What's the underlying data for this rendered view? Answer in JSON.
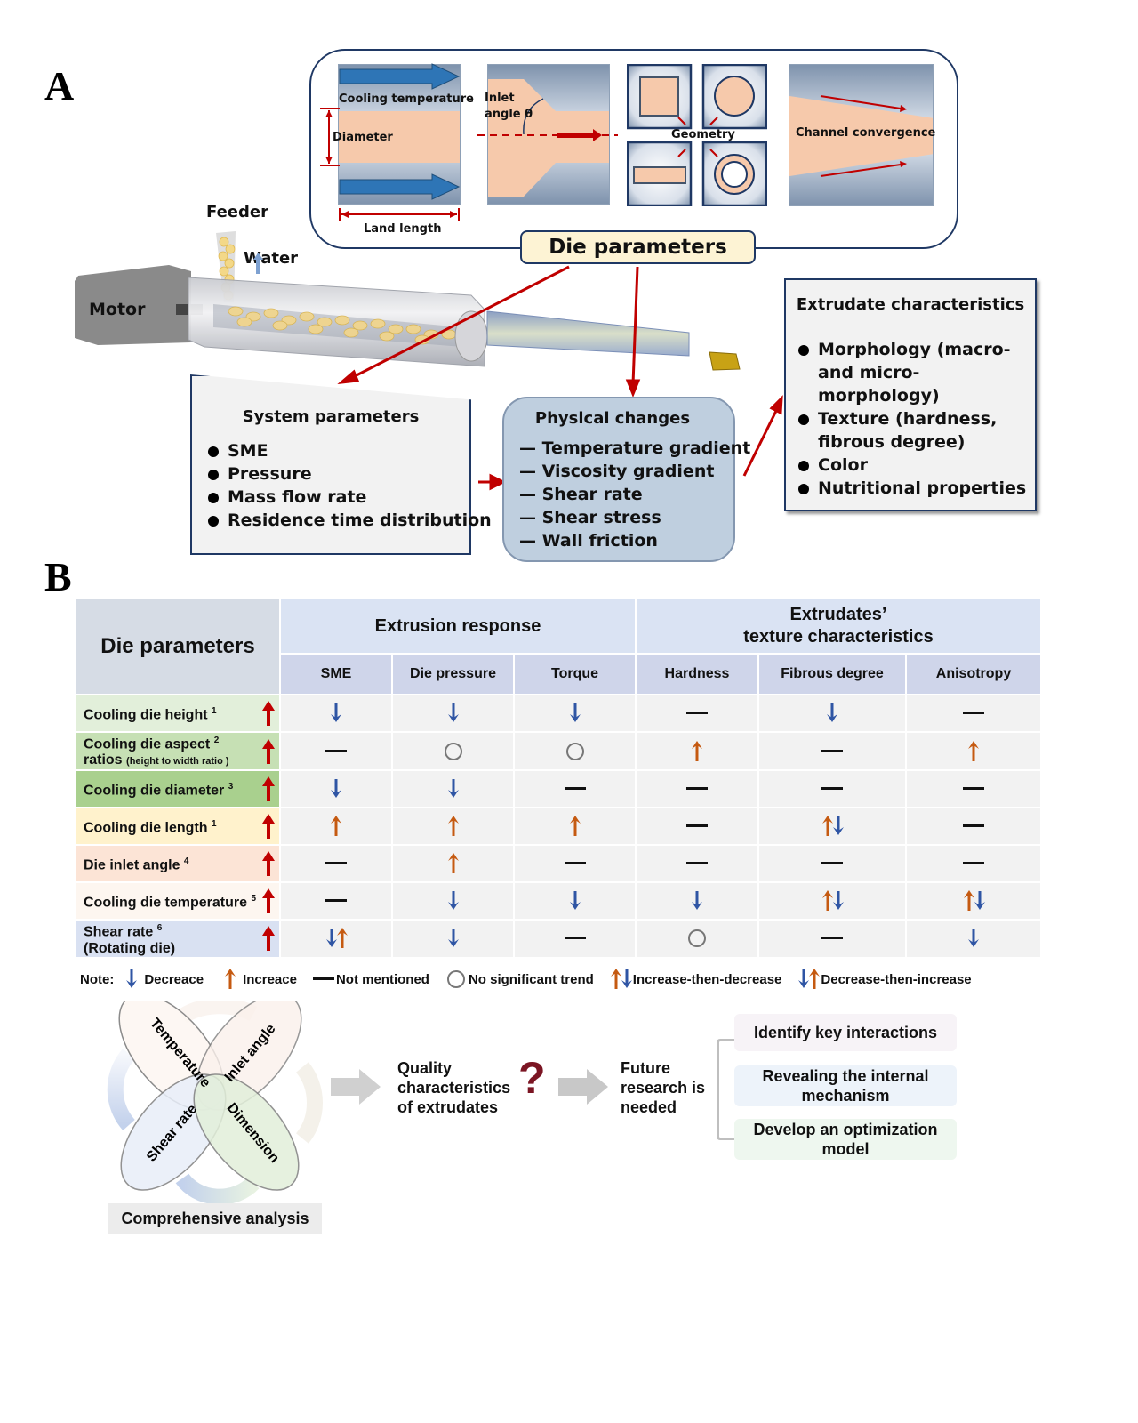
{
  "panels": {
    "a": "A",
    "b": "B"
  },
  "die_parameters_box": {
    "title": "Die parameters",
    "cooling_temperature": "Cooling temperature",
    "diameter": "Diameter",
    "land_length": "Land length",
    "inlet_angle": "Inlet\nangle θ",
    "inlet_line1": "Inlet",
    "inlet_line2": "angle θ",
    "geometry": "Geometry",
    "channel_convergence": "Channel convergence"
  },
  "extruder": {
    "feeder": "Feeder",
    "water": "Water",
    "motor": "Motor"
  },
  "system_parameters": {
    "title": "System parameters",
    "items": [
      "SME",
      "Pressure",
      "Mass flow rate",
      "Residence time distribution"
    ]
  },
  "physical_changes": {
    "title": "Physical changes",
    "items": [
      "— Temperature gradient",
      "— Viscosity gradient",
      "— Shear rate",
      "— Shear stress",
      "— Wall friction"
    ]
  },
  "extrudate_characteristics": {
    "title": "Extrudate characteristics",
    "items": [
      "Morphology (macro-and micro-morphology)",
      "Texture (hardness, fibrous degree)",
      "Color",
      "Nutritional properties"
    ]
  },
  "table": {
    "corner": "Die parameters",
    "groups": [
      "Extrusion response",
      "Extrudates’ texture characteristics"
    ],
    "group2_line1": "Extrudates’",
    "group2_line2": "texture characteristics",
    "columns": [
      "SME",
      "Die pressure",
      "Torque",
      "Hardness",
      "Fibrous degree",
      "Anisotropy"
    ],
    "rows": [
      {
        "label": "Cooling die height",
        "ref": "1",
        "sub": "",
        "bg": "#e2efda",
        "values": [
          "down",
          "down",
          "down",
          "none",
          "down",
          "none"
        ]
      },
      {
        "label": "Cooling die aspect",
        "ref": "2",
        "sub_bold": "ratios",
        "sub": "(height to width ratio )",
        "bg": "#c6e0b4",
        "values": [
          "none",
          "nst",
          "nst",
          "up",
          "none",
          "up"
        ]
      },
      {
        "label": "Cooling die diameter",
        "ref": "3",
        "sub": "",
        "bg": "#a9d08e",
        "values": [
          "down",
          "down",
          "none",
          "none",
          "none",
          "none"
        ]
      },
      {
        "label": "Cooling die length",
        "ref": "1",
        "sub": "",
        "bg": "#fff2cc",
        "values": [
          "up",
          "up",
          "up",
          "none",
          "updown",
          "none"
        ]
      },
      {
        "label": "Die inlet angle",
        "ref": "4",
        "sub": "",
        "bg": "#fce4d6",
        "values": [
          "none",
          "up",
          "none",
          "none",
          "none",
          "none"
        ]
      },
      {
        "label": "Cooling die temperature",
        "ref": "5",
        "sub": "",
        "bg": "#fdf6f0",
        "values": [
          "none",
          "down",
          "down",
          "down",
          "updown",
          "updown"
        ]
      },
      {
        "label": "Shear rate",
        "ref": "6",
        "sub": "(Rotating die)",
        "bg": "#d9e1f2",
        "values": [
          "downup",
          "down",
          "none",
          "nst",
          "none",
          "down"
        ]
      }
    ]
  },
  "legend": {
    "note": "Note:",
    "decrease": "Decreace",
    "increase": "Increace",
    "not_mentioned": "Not mentioned",
    "no_trend": "No significant trend",
    "inc_dec": "Increase-then-decrease",
    "dec_inc": "Decrease-then-increase"
  },
  "summary": {
    "petals": [
      "Temperature",
      "Inlet angle",
      "Shear rate",
      "Dimension"
    ],
    "comprehensive": "Comprehensive analysis",
    "quality_lines": [
      "Quality",
      "characteristics",
      "of extrudates"
    ],
    "question": "?",
    "future_lines": [
      "Future",
      "research is",
      "needed"
    ],
    "actions": [
      "Identify key interactions",
      "Revealing the internal mechanism",
      "Develop an optimization model"
    ]
  },
  "colors": {
    "red_arrow": "#c00000",
    "blue_arrow": "#2f55a4",
    "orange_arrow": "#c55a11",
    "navy_border": "#1f3864",
    "question_mark": "#7b1523"
  }
}
